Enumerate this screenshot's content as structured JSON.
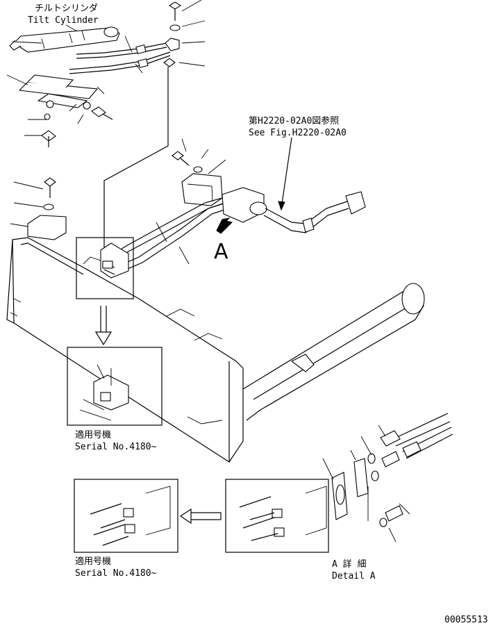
{
  "labels": {
    "tilt_cylinder_jp": "チルトシリンダ",
    "tilt_cylinder_en": "Tilt Cylinder",
    "see_fig_jp": "第H2220-02A0図参照",
    "see_fig_en": "See Fig.H2220-02A0",
    "detail_marker": "A",
    "serial_1_jp": "適用号機",
    "serial_1_en": "Serial No.4180~",
    "serial_2_jp": "適用号機",
    "serial_2_en": "Serial No.4180~",
    "detail_a_jp": "A 詳 細",
    "detail_a_en": "Detail A",
    "drawing_number": "00055513"
  }
}
